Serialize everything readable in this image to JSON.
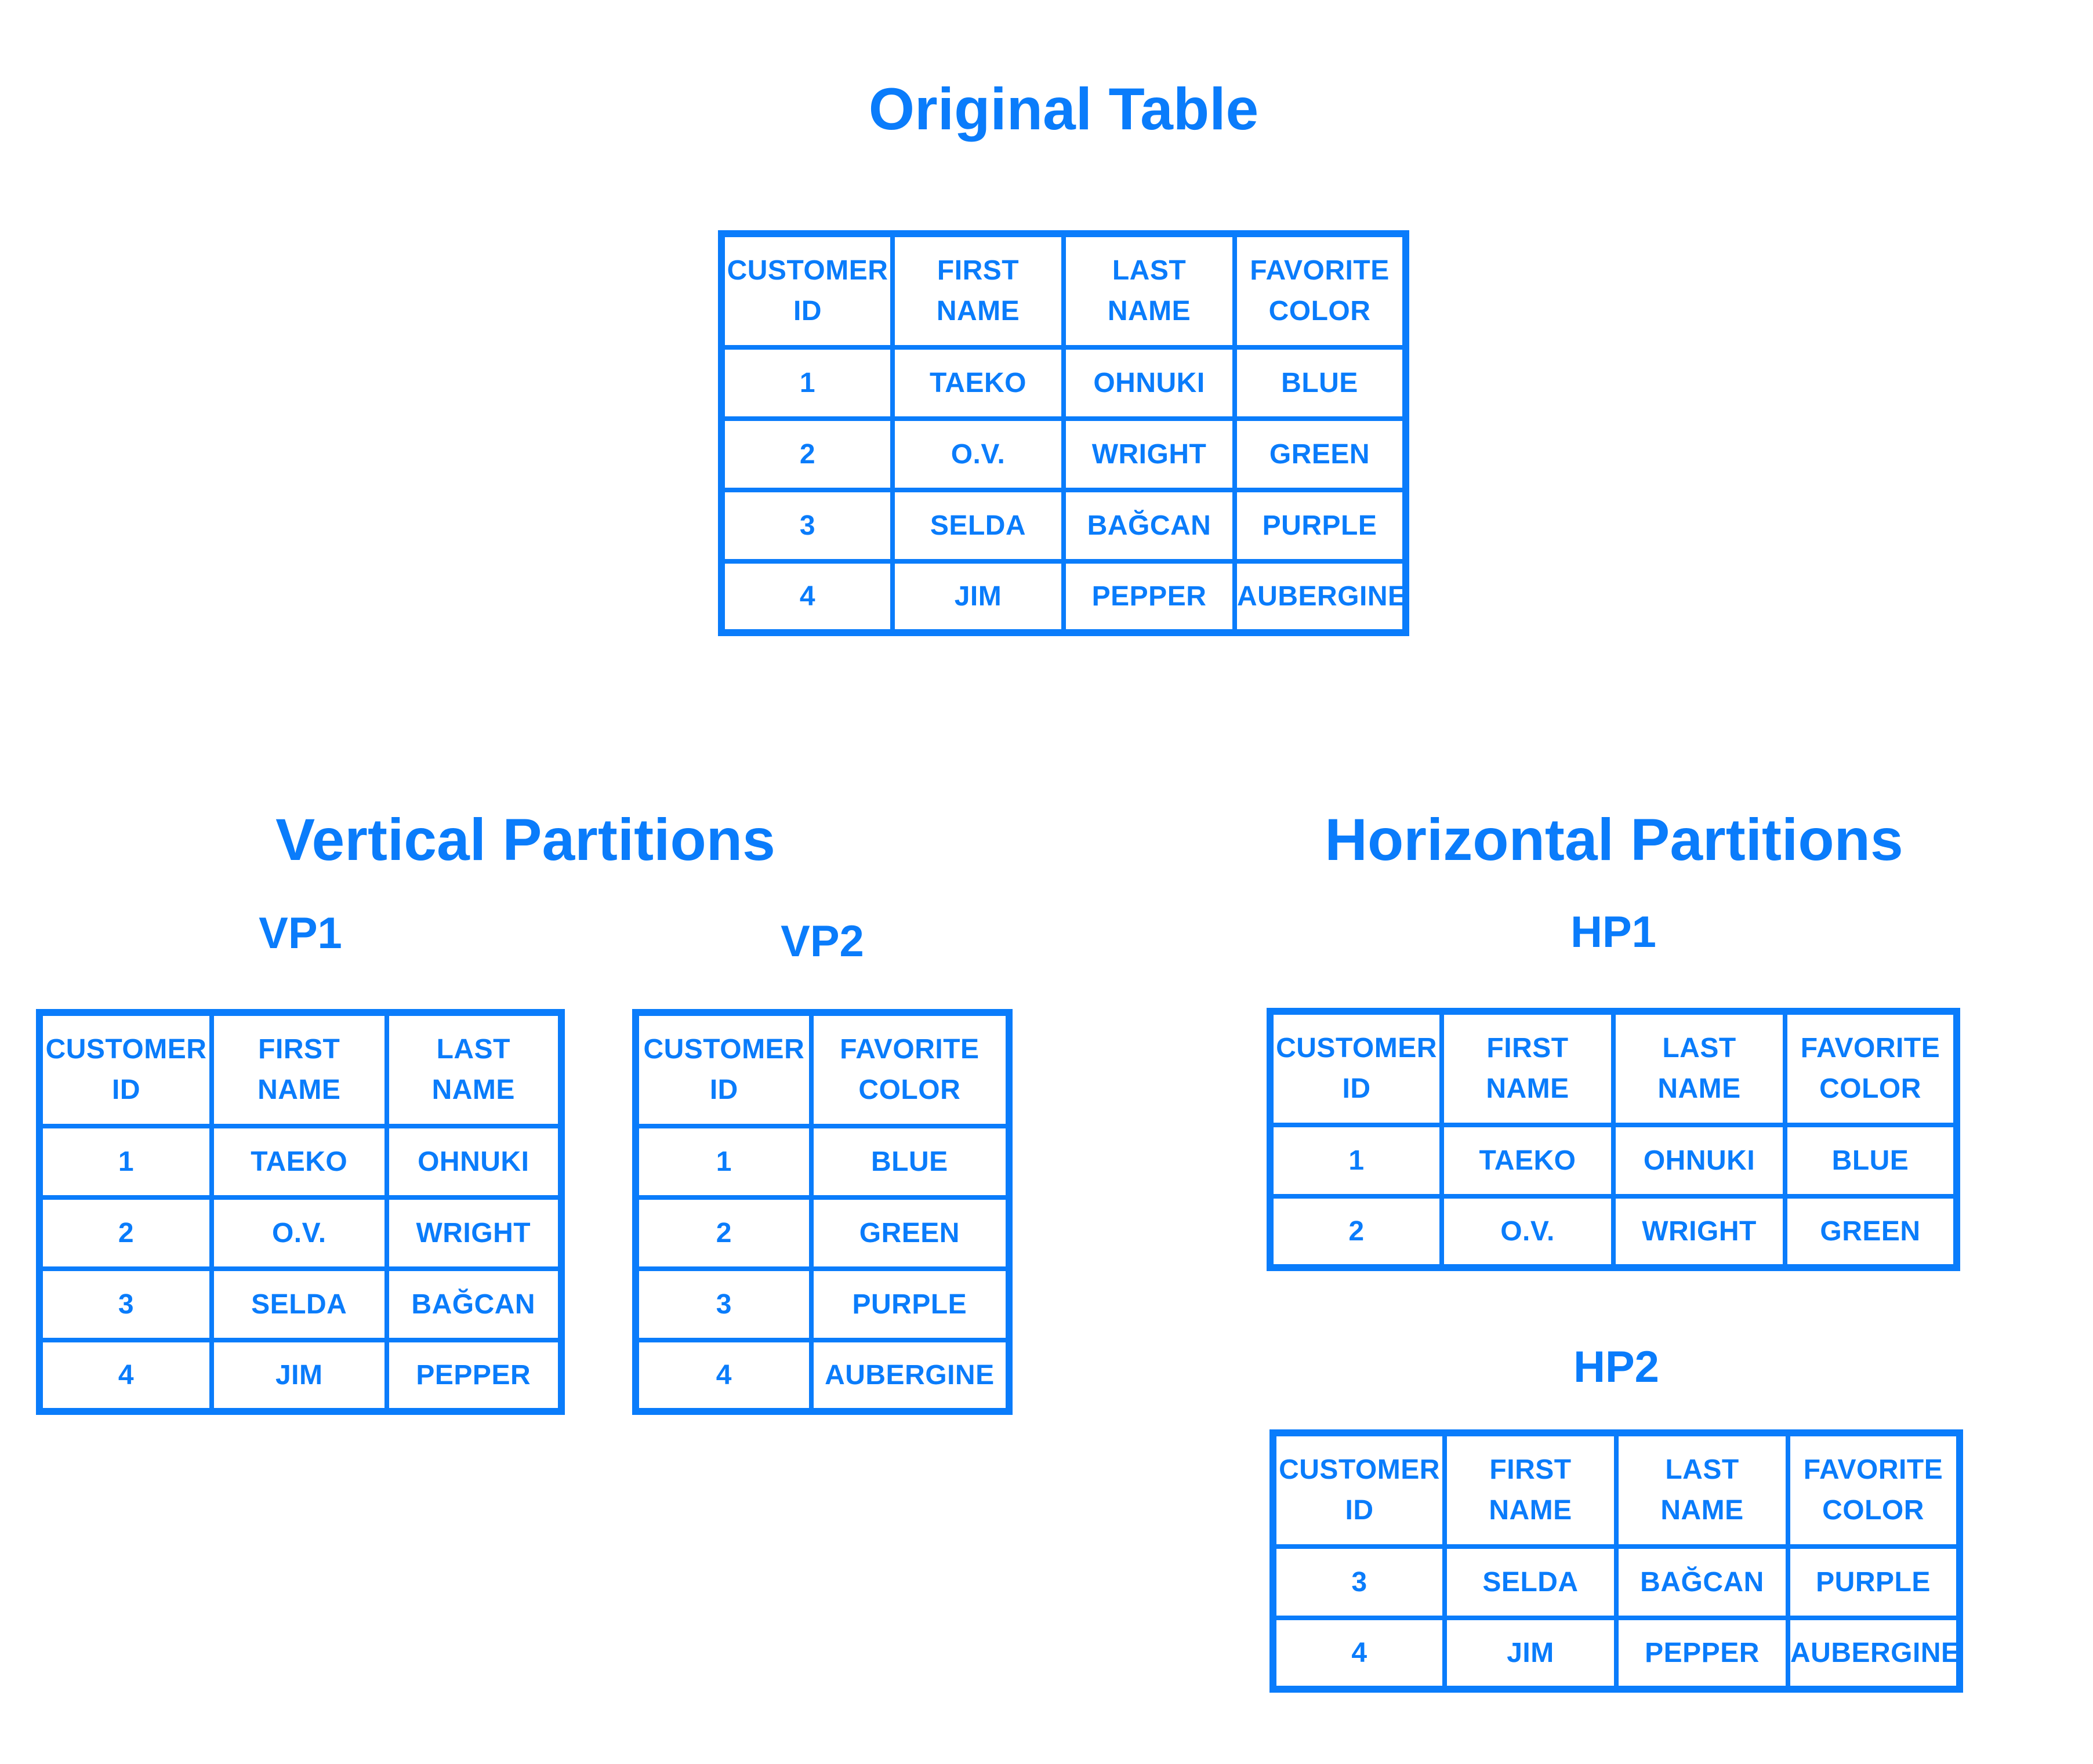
{
  "colors": {
    "accent": "#0a7cfb",
    "background": "#ffffff"
  },
  "original_section": {
    "title": "Original Table"
  },
  "vertical_section": {
    "title": "Vertical Partitions"
  },
  "horizontal_section": {
    "title": "Horizontal Partitions"
  },
  "partition_labels": {
    "vp1": "VP1",
    "vp2": "VP2",
    "hp1": "HP1",
    "hp2": "HP2"
  },
  "original_table": {
    "headers": [
      [
        "CUSTOMER",
        "ID"
      ],
      [
        "FIRST",
        "NAME"
      ],
      [
        "LAST",
        "NAME"
      ],
      [
        "FAVORITE",
        "COLOR"
      ]
    ],
    "rows": [
      [
        "1",
        "TAEKO",
        "OHNUKI",
        "BLUE"
      ],
      [
        "2",
        "O.V.",
        "WRIGHT",
        "GREEN"
      ],
      [
        "3",
        "SELDA",
        "BAĞCAN",
        "PURPLE"
      ],
      [
        "4",
        "JIM",
        "PEPPER",
        "AUBERGINE"
      ]
    ]
  },
  "vp1_table": {
    "headers": [
      [
        "CUSTOMER",
        "ID"
      ],
      [
        "FIRST",
        "NAME"
      ],
      [
        "LAST",
        "NAME"
      ]
    ],
    "rows": [
      [
        "1",
        "TAEKO",
        "OHNUKI"
      ],
      [
        "2",
        "O.V.",
        "WRIGHT"
      ],
      [
        "3",
        "SELDA",
        "BAĞCAN"
      ],
      [
        "4",
        "JIM",
        "PEPPER"
      ]
    ]
  },
  "vp2_table": {
    "headers": [
      [
        "CUSTOMER",
        "ID"
      ],
      [
        "FAVORITE",
        "COLOR"
      ]
    ],
    "rows": [
      [
        "1",
        "BLUE"
      ],
      [
        "2",
        "GREEN"
      ],
      [
        "3",
        "PURPLE"
      ],
      [
        "4",
        "AUBERGINE"
      ]
    ]
  },
  "hp1_table": {
    "headers": [
      [
        "CUSTOMER",
        "ID"
      ],
      [
        "FIRST",
        "NAME"
      ],
      [
        "LAST",
        "NAME"
      ],
      [
        "FAVORITE",
        "COLOR"
      ]
    ],
    "rows": [
      [
        "1",
        "TAEKO",
        "OHNUKI",
        "BLUE"
      ],
      [
        "2",
        "O.V.",
        "WRIGHT",
        "GREEN"
      ]
    ]
  },
  "hp2_table": {
    "headers": [
      [
        "CUSTOMER",
        "ID"
      ],
      [
        "FIRST",
        "NAME"
      ],
      [
        "LAST",
        "NAME"
      ],
      [
        "FAVORITE",
        "COLOR"
      ]
    ],
    "rows": [
      [
        "3",
        "SELDA",
        "BAĞCAN",
        "PURPLE"
      ],
      [
        "4",
        "JIM",
        "PEPPER",
        "AUBERGINE"
      ]
    ]
  }
}
